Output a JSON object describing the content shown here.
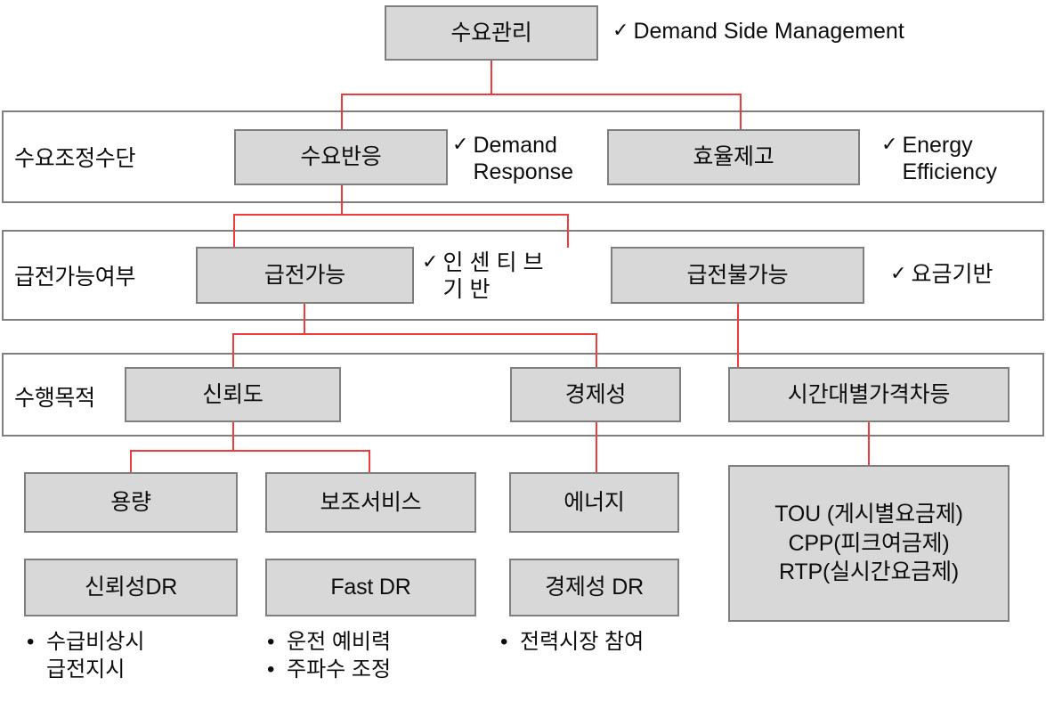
{
  "diagram": {
    "title": "Demand Side Management Hierarchy",
    "colors": {
      "node_fill": "#d8d8d8",
      "node_border": "#7f7f7f",
      "band_border": "#7f7f7f",
      "connector": "#ef3b3b",
      "text": "#0d0d0d",
      "background": "#ffffff"
    },
    "check_glyph": "✓"
  },
  "level1": {
    "node": "수요관리",
    "note": "Demand Side Management"
  },
  "level2": {
    "row_label": "수요조정수단",
    "left_node": "수요반응",
    "left_note_line1": "Demand",
    "left_note_line2": "Response",
    "right_node": "효율제고",
    "right_note_line1": "Energy",
    "right_note_line2": "Efficiency"
  },
  "level3": {
    "row_label": "급전가능여부",
    "left_node": "급전가능",
    "left_note_line1": "인센티브",
    "left_note_line2": "기반",
    "right_node": "급전불가능",
    "right_note": "요금기반"
  },
  "level4": {
    "row_label": "수행목적",
    "nodes": [
      "신뢰도",
      "경제성",
      "시간대별가격차등"
    ]
  },
  "level5": {
    "nodes": [
      "용량",
      "보조서비스",
      "에너지"
    ],
    "tariff_box": {
      "line1": "TOU (게시별요금제)",
      "line2": "CPP(피크여금제)",
      "line3": "RTP(실시간요금제)"
    }
  },
  "level6": {
    "nodes": [
      "신뢰성DR",
      "Fast DR",
      "경제성 DR"
    ]
  },
  "bullets": {
    "group1": [
      {
        "dot": "•",
        "text": "수급비상시"
      },
      {
        "dot": "",
        "text": "급전지시"
      }
    ],
    "group2": [
      {
        "dot": "•",
        "text": "운전 예비력"
      },
      {
        "dot": "•",
        "text": "주파수 조정"
      }
    ],
    "group3": [
      {
        "dot": "•",
        "text": "전력시장 참여"
      }
    ]
  }
}
